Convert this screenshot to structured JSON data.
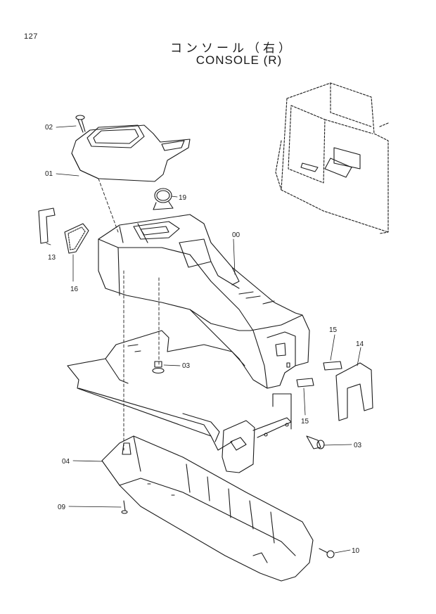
{
  "page_number": "127",
  "title_jp": "コンソール（右）",
  "title_en": "CONSOLE (R)",
  "callouts": {
    "c00": "00",
    "c01": "01",
    "c02": "02",
    "c03a": "03",
    "c03b": "03",
    "c04": "04",
    "c09": "09",
    "c10": "10",
    "c13": "13",
    "c14": "14",
    "c15a": "15",
    "c15b": "15",
    "c16": "16",
    "c19": "19"
  }
}
